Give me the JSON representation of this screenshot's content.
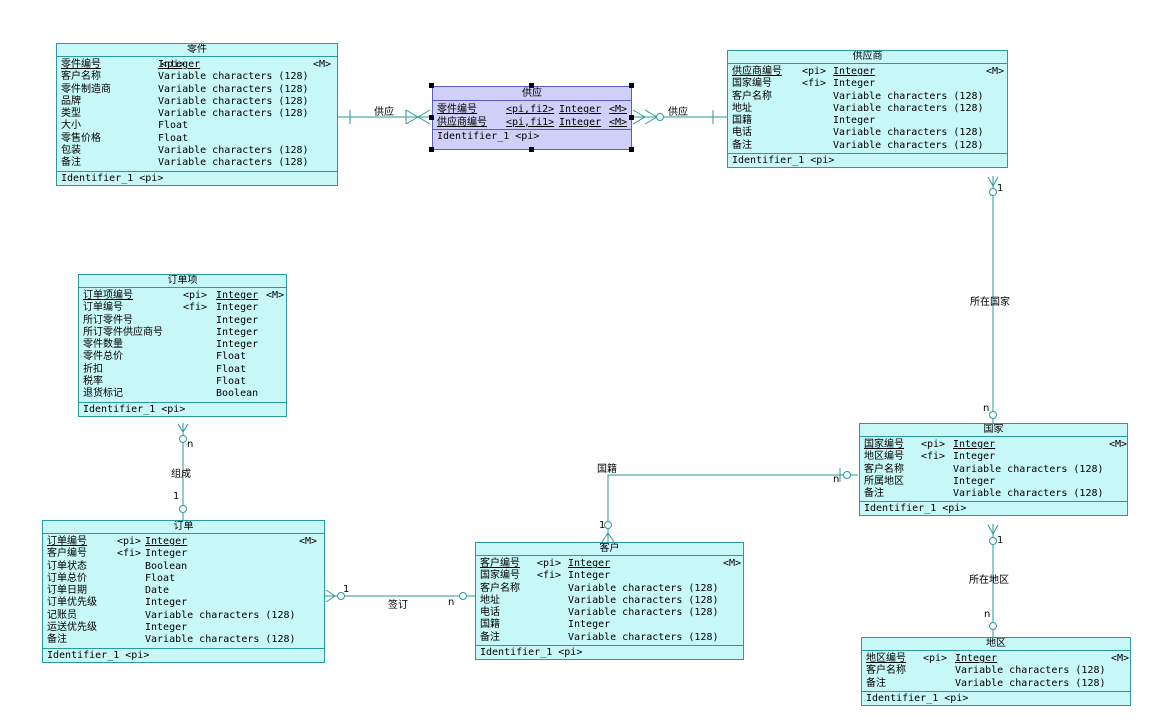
{
  "entities": {
    "parts": {
      "title": "零件",
      "attrs": [
        {
          "name": "零件编号",
          "key": "<pi>",
          "type": "Integer",
          "flag": "<M>",
          "pk": true
        },
        {
          "name": "客户名称",
          "key": "",
          "type": "Variable characters (128)",
          "flag": "",
          "pk": false
        },
        {
          "name": "零件制造商",
          "key": "",
          "type": "Variable characters (128)",
          "flag": "",
          "pk": false
        },
        {
          "name": "品牌",
          "key": "",
          "type": "Variable characters (128)",
          "flag": "",
          "pk": false
        },
        {
          "name": "类型",
          "key": "",
          "type": "Variable characters (128)",
          "flag": "",
          "pk": false
        },
        {
          "name": "大小",
          "key": "",
          "type": "Float",
          "flag": "",
          "pk": false
        },
        {
          "name": "零售价格",
          "key": "",
          "type": "Float",
          "flag": "",
          "pk": false
        },
        {
          "name": "包装",
          "key": "",
          "type": "Variable characters (128)",
          "flag": "",
          "pk": false
        },
        {
          "name": "备注",
          "key": "",
          "type": "Variable characters (128)",
          "flag": "",
          "pk": false
        }
      ],
      "identifier": "Identifier_1 <pi>"
    },
    "supplier": {
      "title": "供应商",
      "attrs": [
        {
          "name": "供应商编号",
          "key": "<pi>",
          "type": "Integer",
          "flag": "<M>",
          "pk": true
        },
        {
          "name": "国家编号",
          "key": "<fi>",
          "type": "Integer",
          "flag": "",
          "pk": false
        },
        {
          "name": "客户名称",
          "key": "",
          "type": "Variable characters (128)",
          "flag": "",
          "pk": false
        },
        {
          "name": "地址",
          "key": "",
          "type": "Variable characters (128)",
          "flag": "",
          "pk": false
        },
        {
          "name": "国籍",
          "key": "",
          "type": "Integer",
          "flag": "",
          "pk": false
        },
        {
          "name": "电话",
          "key": "",
          "type": "Variable characters (128)",
          "flag": "",
          "pk": false
        },
        {
          "name": "备注",
          "key": "",
          "type": "Variable characters (128)",
          "flag": "",
          "pk": false
        }
      ],
      "identifier": "Identifier_1 <pi>"
    },
    "order_item": {
      "title": "订单项",
      "attrs": [
        {
          "name": "订单项编号",
          "key": "<pi>",
          "type": "Integer",
          "flag": "<M>",
          "pk": true
        },
        {
          "name": "订单编号",
          "key": "<fi>",
          "type": "Integer",
          "flag": "",
          "pk": false
        },
        {
          "name": "所订零件号",
          "key": "",
          "type": "Integer",
          "flag": "",
          "pk": false
        },
        {
          "name": "所订零件供应商号",
          "key": "",
          "type": "Integer",
          "flag": "",
          "pk": false
        },
        {
          "name": "零件数量",
          "key": "",
          "type": "Integer",
          "flag": "",
          "pk": false
        },
        {
          "name": "零件总价",
          "key": "",
          "type": "Float",
          "flag": "",
          "pk": false
        },
        {
          "name": "折扣",
          "key": "",
          "type": "Float",
          "flag": "",
          "pk": false
        },
        {
          "name": "税率",
          "key": "",
          "type": "Float",
          "flag": "",
          "pk": false
        },
        {
          "name": "退货标记",
          "key": "",
          "type": "Boolean",
          "flag": "",
          "pk": false
        }
      ],
      "identifier": "Identifier_1 <pi>"
    },
    "country": {
      "title": "国家",
      "attrs": [
        {
          "name": "国家编号",
          "key": "<pi>",
          "type": "Integer",
          "flag": "<M>",
          "pk": true
        },
        {
          "name": "地区编号",
          "key": "<fi>",
          "type": "Integer",
          "flag": "",
          "pk": false
        },
        {
          "name": "客户名称",
          "key": "",
          "type": "Variable characters (128)",
          "flag": "",
          "pk": false
        },
        {
          "name": "所属地区",
          "key": "",
          "type": "Integer",
          "flag": "",
          "pk": false
        },
        {
          "name": "备注",
          "key": "",
          "type": "Variable characters (128)",
          "flag": "",
          "pk": false
        }
      ],
      "identifier": "Identifier_1 <pi>"
    },
    "order": {
      "title": "订单",
      "attrs": [
        {
          "name": "订单编号",
          "key": "<pi>",
          "type": "Integer",
          "flag": "<M>",
          "pk": true
        },
        {
          "name": "客户编号",
          "key": "<fi>",
          "type": "Integer",
          "flag": "",
          "pk": false
        },
        {
          "name": "订单状态",
          "key": "",
          "type": "Boolean",
          "flag": "",
          "pk": false
        },
        {
          "name": "订单总价",
          "key": "",
          "type": "Float",
          "flag": "",
          "pk": false
        },
        {
          "name": "订单日期",
          "key": "",
          "type": "Date",
          "flag": "",
          "pk": false
        },
        {
          "name": "订单优先级",
          "key": "",
          "type": "Integer",
          "flag": "",
          "pk": false
        },
        {
          "name": "记账员",
          "key": "",
          "type": "Variable characters (128)",
          "flag": "",
          "pk": false
        },
        {
          "name": "运送优先级",
          "key": "",
          "type": "Integer",
          "flag": "",
          "pk": false
        },
        {
          "name": "备注",
          "key": "",
          "type": "Variable characters (128)",
          "flag": "",
          "pk": false
        }
      ],
      "identifier": "Identifier_1 <pi>"
    },
    "customer": {
      "title": "客户",
      "attrs": [
        {
          "name": "客户编号",
          "key": "<pi>",
          "type": "Integer",
          "flag": "<M>",
          "pk": true
        },
        {
          "name": "国家编号",
          "key": "<fi>",
          "type": "Integer",
          "flag": "",
          "pk": false
        },
        {
          "name": "客户名称",
          "key": "",
          "type": "Variable characters (128)",
          "flag": "",
          "pk": false
        },
        {
          "name": "地址",
          "key": "",
          "type": "Variable characters (128)",
          "flag": "",
          "pk": false
        },
        {
          "name": "电话",
          "key": "",
          "type": "Variable characters (128)",
          "flag": "",
          "pk": false
        },
        {
          "name": "国籍",
          "key": "",
          "type": "Integer",
          "flag": "",
          "pk": false
        },
        {
          "name": "备注",
          "key": "",
          "type": "Variable characters (128)",
          "flag": "",
          "pk": false
        }
      ],
      "identifier": "Identifier_1 <pi>"
    },
    "region": {
      "title": "地区",
      "attrs": [
        {
          "name": "地区编号",
          "key": "<pi>",
          "type": "Integer",
          "flag": "<M>",
          "pk": true
        },
        {
          "name": "客户名称",
          "key": "",
          "type": "Variable characters (128)",
          "flag": "",
          "pk": false
        },
        {
          "name": "备注",
          "key": "",
          "type": "Variable characters (128)",
          "flag": "",
          "pk": false
        }
      ],
      "identifier": "Identifier_1 <pi>"
    }
  },
  "association": {
    "title": "供应",
    "attrs": [
      {
        "name": "零件编号",
        "key": "<pi,fi2>",
        "type": "Integer",
        "flag": "<M>"
      },
      {
        "name": "供应商编号",
        "key": "<pi,fi1>",
        "type": "Integer",
        "flag": "<M>"
      }
    ],
    "identifier": "Identifier_1 <pi>"
  },
  "relationships": {
    "supply_left": "供应",
    "supply_right": "供应",
    "located_country": "所在国家",
    "located_country_one": "1",
    "located_country_many": "n",
    "nationality": "国籍",
    "nationality_one": "1",
    "nationality_many": "n",
    "compose": "组成",
    "compose_one": "1",
    "compose_many": "n",
    "sign": "签订",
    "sign_one": "1",
    "sign_many": "n",
    "located_region": "所在地区",
    "located_region_one": "1",
    "located_region_many": "n"
  }
}
